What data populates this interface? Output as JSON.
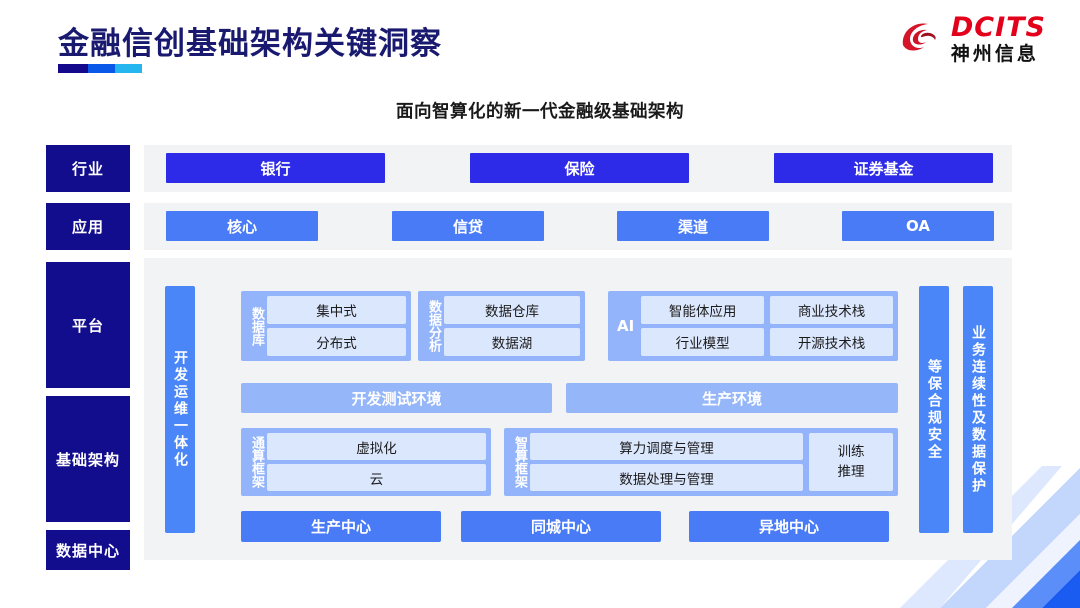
{
  "header": {
    "title": "金融信创基础架构关键洞察",
    "logo_en": "DCITS",
    "logo_cn": "神州信息",
    "logo_icon": "dcits-swirl-logo"
  },
  "subtitle": "面向智算化的新一代金融级基础架构",
  "colors": {
    "navy": "#120d8c",
    "industry_blue": "#2d2ae8",
    "app_blue": "#4a7bf7",
    "group_blue": "#93b4fb",
    "cell_blue": "#dbe7fd",
    "panel_gray": "#f2f3f5",
    "logo_red": "#e2001a"
  },
  "left_labels": [
    {
      "id": "industry",
      "text": "行业"
    },
    {
      "id": "application",
      "text": "应用"
    },
    {
      "id": "platform",
      "text": "平台"
    },
    {
      "id": "infrastructure",
      "text": "基础架构"
    },
    {
      "id": "datacenter",
      "text": "数据中心"
    }
  ],
  "industry_row": [
    {
      "label": "银行"
    },
    {
      "label": "保险"
    },
    {
      "label": "证券基金"
    }
  ],
  "application_row": [
    {
      "label": "核心"
    },
    {
      "label": "信贷"
    },
    {
      "label": "渠道"
    },
    {
      "label": "OA"
    }
  ],
  "devops_bar": {
    "label": "开发运维一体化"
  },
  "right_bars": [
    {
      "id": "compliance",
      "label": "等保合规安全"
    },
    {
      "id": "continuity",
      "label": "业务连续性及数据保护"
    }
  ],
  "platform_groups": [
    {
      "id": "database",
      "label": "数据库",
      "label_style": "vertical",
      "rows": [
        [
          "集中式"
        ],
        [
          "分布式"
        ]
      ]
    },
    {
      "id": "data-analysis",
      "label": "数据分析",
      "label_style": "vertical",
      "rows": [
        [
          "数据仓库"
        ],
        [
          "数据湖"
        ]
      ]
    },
    {
      "id": "ai",
      "label": "AI",
      "label_style": "flat",
      "rows": [
        [
          "智能体应用",
          "商业技术栈"
        ],
        [
          "行业模型",
          "开源技术栈"
        ]
      ]
    }
  ],
  "environments": [
    {
      "id": "dev-test",
      "label": "开发测试环境"
    },
    {
      "id": "production",
      "label": "生产环境"
    }
  ],
  "frameworks": [
    {
      "id": "general-compute",
      "label": "通算框架",
      "rows": [
        [
          "虚拟化"
        ],
        [
          "云"
        ]
      ],
      "side": null
    },
    {
      "id": "intelligent-compute",
      "label": "智算框架",
      "rows": [
        [
          "算力调度与管理"
        ],
        [
          "数据处理与管理"
        ]
      ],
      "side": {
        "line1": "训练",
        "line2": "推理"
      }
    }
  ],
  "centers": [
    {
      "id": "production-center",
      "label": "生产中心"
    },
    {
      "id": "metro-center",
      "label": "同城中心"
    },
    {
      "id": "remote-center",
      "label": "异地中心"
    }
  ]
}
